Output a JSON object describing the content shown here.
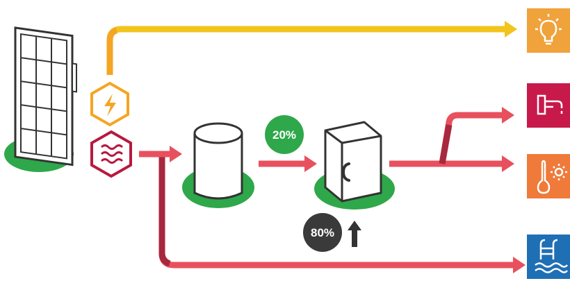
{
  "diagram": {
    "labels": {
      "solar_share": "20%",
      "heat_pump_share": "80%"
    },
    "icons": {
      "panel": "solar-thermal-panel",
      "electric": "electricity-hexagon-icon",
      "heat": "heat-waves-hexagon-icon",
      "tank": "storage-tank",
      "heat_pump": "heat-pump-unit",
      "up_arrow": "arrow-up-icon",
      "lighting": "light-bulb-icon",
      "tap": "water-tap-icon",
      "heating": "thermometer-sun-icon",
      "pool": "swimming-pool-icon"
    },
    "colors": {
      "electric_flow": "#f2c41c",
      "heat_flow": "#e8505e",
      "heat_flow_dark": "#a8283e",
      "green_base": "#2ea84a",
      "lighting_tile": "#f0a23b",
      "tap_tile": "#c8194b",
      "heating_tile": "#ef7a3a",
      "pool_tile": "#1f6fb5",
      "badge_dark": "#3a3a3a"
    }
  }
}
